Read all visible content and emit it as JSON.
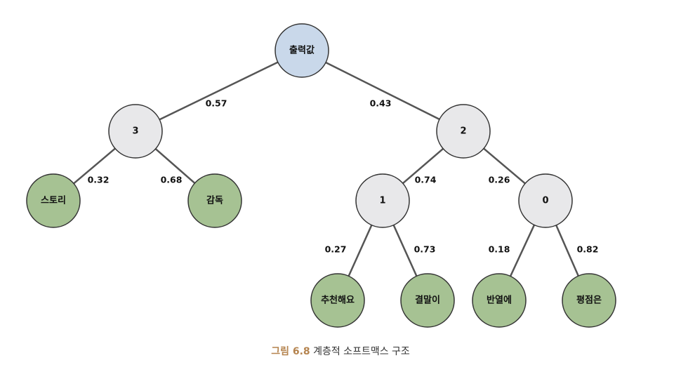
{
  "colors": {
    "root_fill": "#c9d8ea",
    "internal_fill": "#e8e8ea",
    "leaf_fill": "#a6c293",
    "caption_accent": "#b5844f"
  },
  "diagram": {
    "nodes": [
      {
        "id": "root",
        "label": "출력값",
        "kind": "root"
      },
      {
        "id": "n3",
        "label": "3",
        "kind": "internal"
      },
      {
        "id": "n2",
        "label": "2",
        "kind": "internal"
      },
      {
        "id": "leaf_story",
        "label": "스토리",
        "kind": "leaf"
      },
      {
        "id": "leaf_director",
        "label": "감독",
        "kind": "leaf"
      },
      {
        "id": "n1",
        "label": "1",
        "kind": "internal"
      },
      {
        "id": "n0",
        "label": "0",
        "kind": "internal"
      },
      {
        "id": "leaf_recommend",
        "label": "추천해요",
        "kind": "leaf"
      },
      {
        "id": "leaf_ending",
        "label": "결말이",
        "kind": "leaf"
      },
      {
        "id": "leaf_half",
        "label": "반열에",
        "kind": "leaf"
      },
      {
        "id": "leaf_rating",
        "label": "평점은",
        "kind": "leaf"
      }
    ],
    "edges": [
      {
        "from": "root",
        "to": "n3",
        "prob": "0.57"
      },
      {
        "from": "root",
        "to": "n2",
        "prob": "0.43"
      },
      {
        "from": "n3",
        "to": "leaf_story",
        "prob": "0.32"
      },
      {
        "from": "n3",
        "to": "leaf_director",
        "prob": "0.68"
      },
      {
        "from": "n2",
        "to": "n1",
        "prob": "0.74"
      },
      {
        "from": "n2",
        "to": "n0",
        "prob": "0.26"
      },
      {
        "from": "n1",
        "to": "leaf_recommend",
        "prob": "0.27"
      },
      {
        "from": "n1",
        "to": "leaf_ending",
        "prob": "0.73"
      },
      {
        "from": "n0",
        "to": "leaf_half",
        "prob": "0.18"
      },
      {
        "from": "n0",
        "to": "leaf_rating",
        "prob": "0.82"
      }
    ]
  },
  "caption": {
    "figure_number": "그림 6.8",
    "text": "계층적 소프트맥스 구조"
  }
}
